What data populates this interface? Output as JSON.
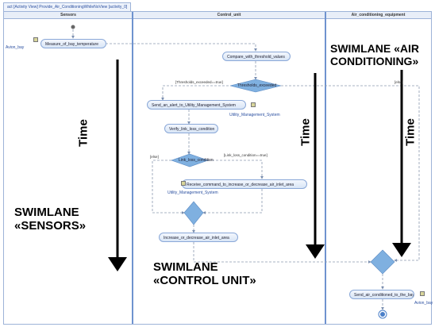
{
  "diagram": {
    "tab_label": "act [Activity View] Provide_Air_ConditioningWhileNoView [activity_0]",
    "lanes": [
      {
        "name": "Sensors"
      },
      {
        "name": "Control_unit"
      },
      {
        "name": "Air_conditioning_equipment"
      }
    ],
    "actions": {
      "measure": "Measure_of_bay_temperature",
      "compare": "Compare_with_threshold_values",
      "send_alert": "Send_an_alert_to_Utility_Management_System",
      "verify_link": "Verify_link_loss_condition",
      "receive_command": "Receive_command_to_increase_or_decrease_air_inlet_area",
      "increase_decrease": "Increase_or_decrease_air_inlet_area",
      "send_air": "Send_air_conditioned_to_the_bay"
    },
    "decisions": {
      "thresholds": "Thresholds_exceeded",
      "link_loss": "Link_loss_condition"
    },
    "guards": {
      "thresholds_true": "[Thresholds_exceeded==true]",
      "else_right": "[else]",
      "else_left": "[else]",
      "link_loss_true": "[Link_loss_condition==true]"
    },
    "pins": {
      "avion_bay_top": "Avion_bay",
      "ums_1": "Utility_Management_System",
      "ums_2": "Utility_Management_System",
      "avion_bay_bottom": "Avion_bay"
    },
    "annotations": {
      "swimlane_ac_1": "SWIMLANE «AIR",
      "swimlane_ac_2": "CONDITIONING»",
      "swimlane_sensors_1": "SWIMLANE",
      "swimlane_sensors_2": "«SENSORS»",
      "swimlane_cu_1": "SWIMLANE",
      "swimlane_cu_2": "«CONTROL UNIT»",
      "time_1": "Time",
      "time_2": "Time",
      "time_3": "Time"
    }
  }
}
